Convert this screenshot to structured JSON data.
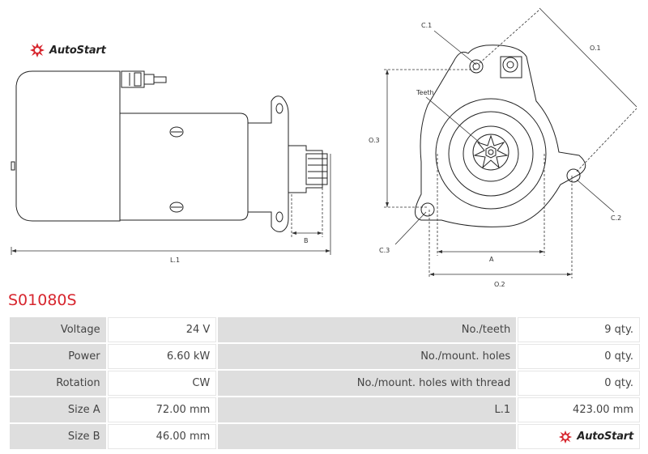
{
  "brand": {
    "logo_text": "AutoStart",
    "accent_color": "#d7262e"
  },
  "part_code": "S01080S",
  "drawing": {
    "dimension_labels": {
      "l1": "L.1",
      "b": "B",
      "c1": "C.1",
      "o1": "O.1",
      "teeth": "Teeth",
      "o3": "O.3",
      "c2": "C.2",
      "c3": "C.3",
      "a": "A",
      "o2": "O.2"
    }
  },
  "specs": {
    "voltage_label": "Voltage",
    "voltage_value": "24 V",
    "power_label": "Power",
    "power_value": "6.60 kW",
    "rotation_label": "Rotation",
    "rotation_value": "CW",
    "size_a_label": "Size A",
    "size_a_value": "72.00 mm",
    "size_b_label": "Size B",
    "size_b_value": "46.00 mm",
    "teeth_label": "No./teeth",
    "teeth_value": "9 qty.",
    "mount_holes_label": "No./mount. holes",
    "mount_holes_value": "0 qty.",
    "thread_holes_label": "No./mount. holes with thread",
    "thread_holes_value": "0 qty.",
    "l1_label": "L.1",
    "l1_value": "423.00 mm"
  }
}
